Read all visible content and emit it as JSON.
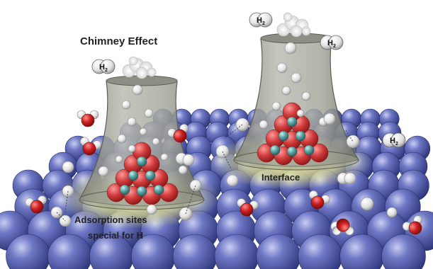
{
  "labels": {
    "chimney_effect": "Chimney Effect",
    "interface": "Interface",
    "adsorption_line1": "Adsorption sites",
    "adsorption_line2": "special for H",
    "h2": "H",
    "h2_sub": "2"
  },
  "colors": {
    "surface_atom": "#5a64b0",
    "surface_atom_dark": "#2c3478",
    "hydrogen": "#f2f2f2",
    "oxygen": "#c81e1e",
    "cluster_red": "#d23c3c",
    "cluster_teal": "#5aa0a0",
    "chimney": "#a6a89c",
    "glow": "#f3f08a",
    "steam": "#e8e8e8"
  },
  "icons": [
    "h2-molecule-icon",
    "water-molecule-icon",
    "steam-icon",
    "chimney-icon"
  ]
}
